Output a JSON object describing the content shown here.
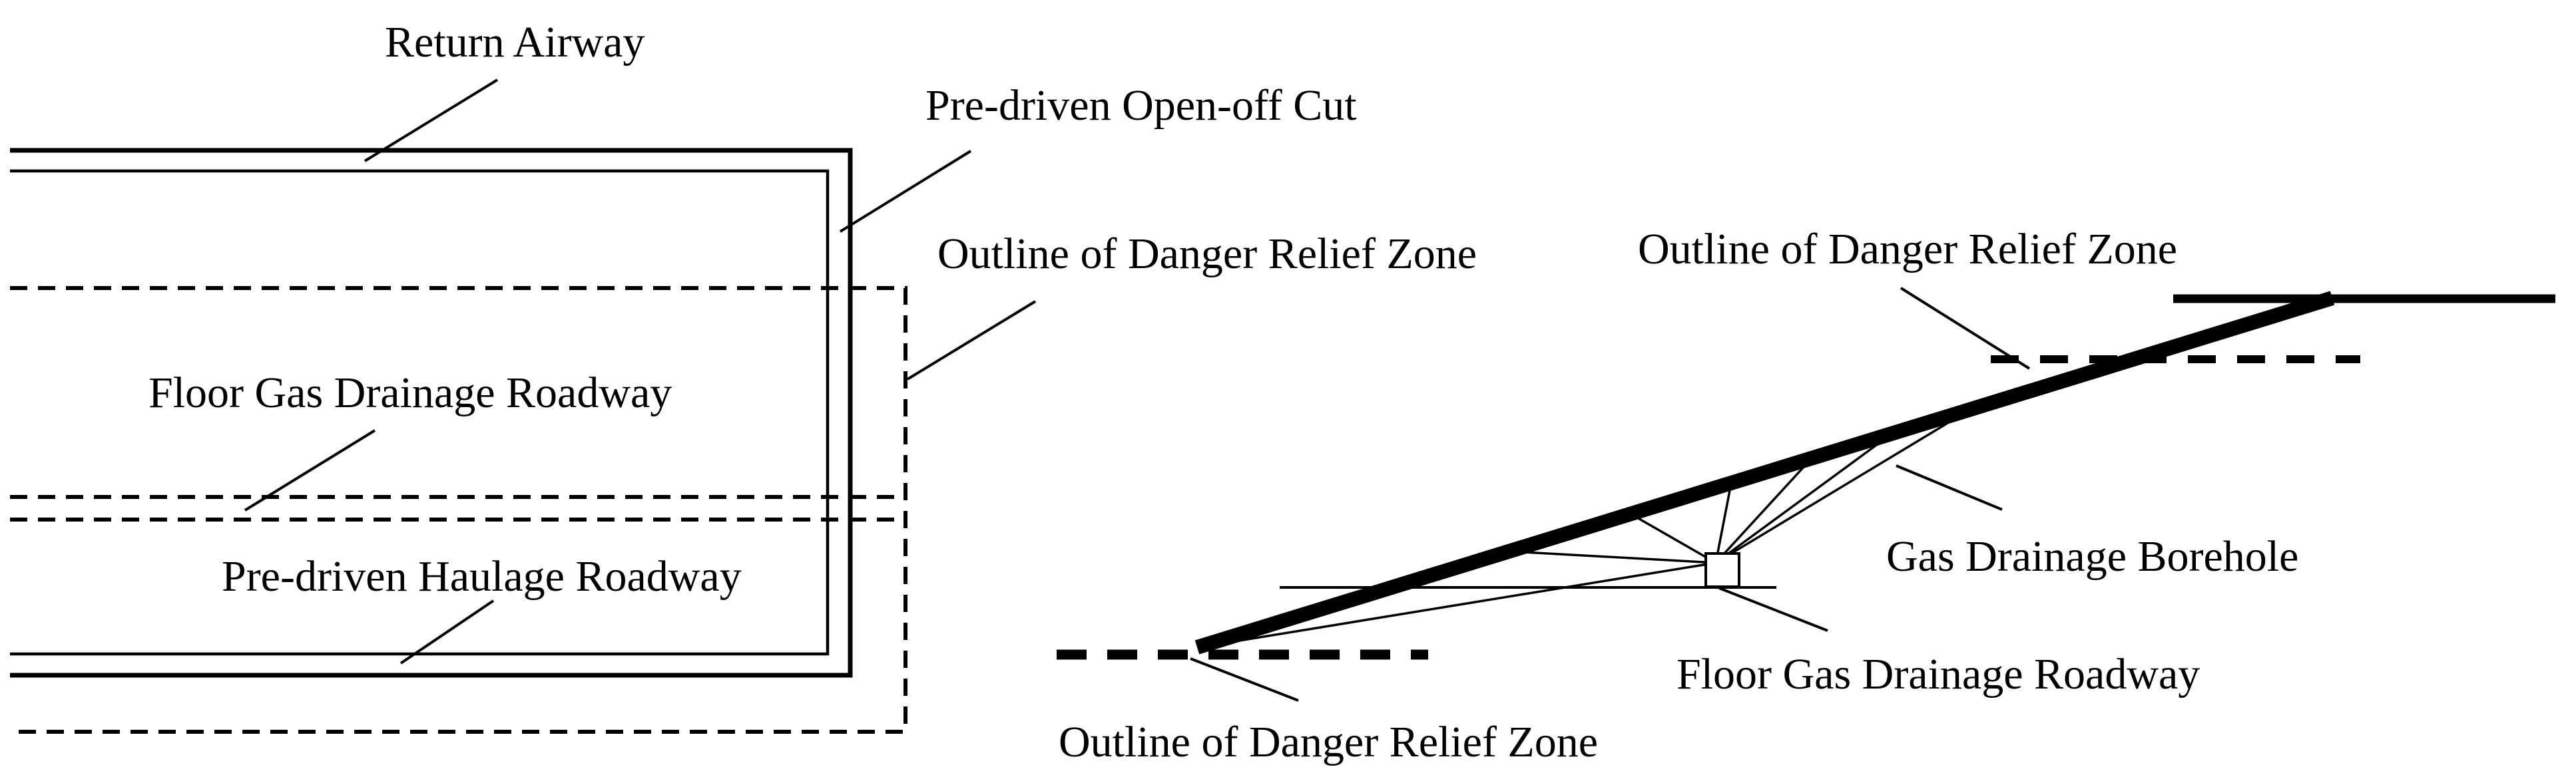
{
  "figure": {
    "title": "Pre-driven roadway and gas drainage layout diagram",
    "colors": {
      "background": "#ffffff",
      "ink": "#000000"
    },
    "plan_view": {
      "labels": {
        "return_airway": "Return Airway",
        "open_off_cut": "Pre-driven Open-off Cut",
        "danger_zone_outline": "Outline of Danger Relief Zone",
        "floor_gas_drainage_roadway": "Floor Gas Drainage Roadway",
        "haulage_roadway": "Pre-driven Haulage Roadway"
      }
    },
    "section_view": {
      "labels": {
        "danger_zone_outline_upper": "Outline of Danger Relief Zone",
        "danger_zone_outline_lower": "Outline of Danger Relief Zone",
        "gas_drainage_borehole": "Gas Drainage Borehole",
        "floor_gas_drainage_roadway": "Floor Gas Drainage Roadway"
      }
    }
  }
}
